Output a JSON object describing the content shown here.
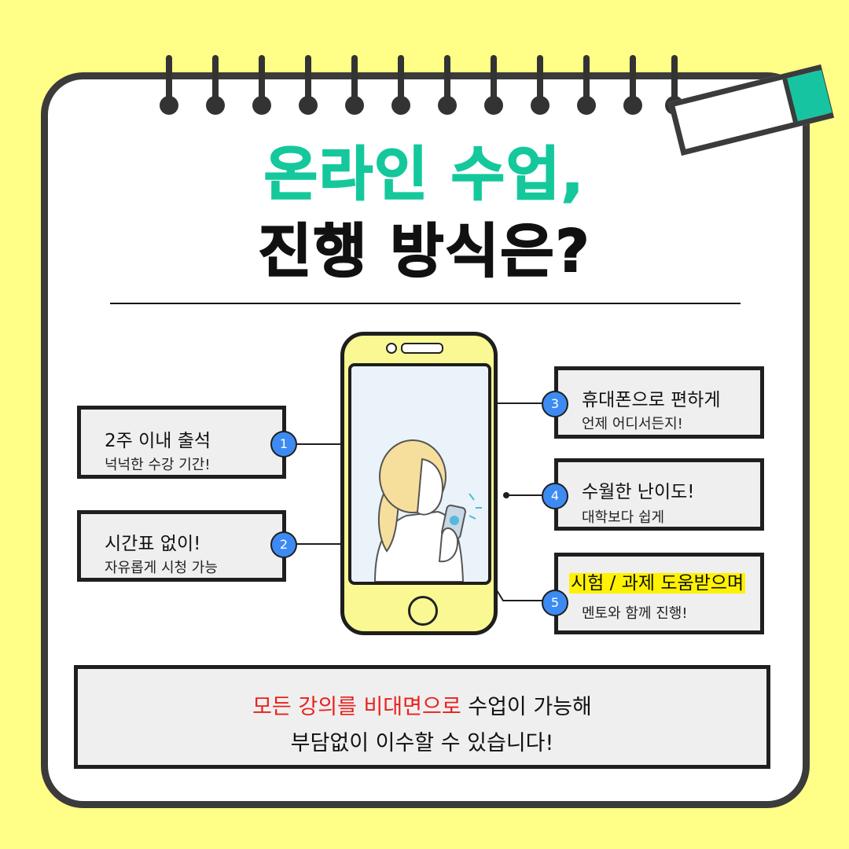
{
  "title": {
    "line1": "온라인 수업,",
    "line2": "진행 방식은?"
  },
  "items": [
    {
      "num": "1",
      "title": "2주 이내 출석",
      "sub": "넉넉한 수강 기간!"
    },
    {
      "num": "2",
      "title": "시간표 없이!",
      "sub": "자유롭게 시청 가능"
    },
    {
      "num": "3",
      "title": "휴대폰으로 편하게",
      "sub": "언제 어디서든지!"
    },
    {
      "num": "4",
      "title": "수월한 난이도!",
      "sub": "대학보다 쉽게"
    },
    {
      "num": "5",
      "title": "시험 / 과제 도움받으며",
      "sub": "멘토와 함께 진행!"
    }
  ],
  "bottom": {
    "line1_red": "모든 강의를 비대면으로",
    "line1_rest": " 수업이 가능해",
    "line2": "부담없이 이수할 수 있습니다!"
  },
  "colors": {
    "background": "#FFFE86",
    "accent": "#14C89C",
    "badge": "#3D8BF2",
    "highlight": "#FFF200",
    "emphasis": "#E8211C"
  },
  "icons": {
    "phone": "smartphone-illustration",
    "eraser": "eraser-icon"
  }
}
